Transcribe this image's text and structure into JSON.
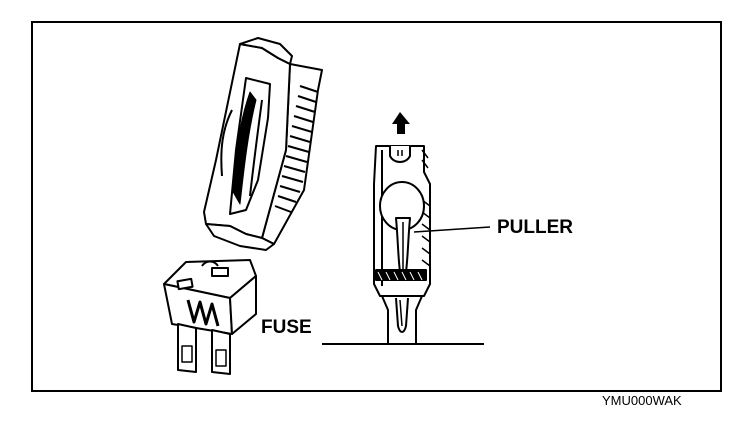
{
  "labels": {
    "puller": "PULLER",
    "fuse": "FUSE",
    "figure_code": "YMU000WAK"
  }
}
